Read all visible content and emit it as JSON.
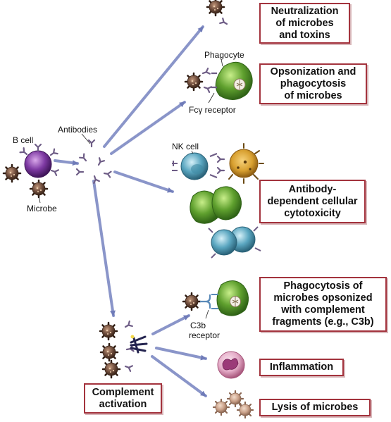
{
  "labels": {
    "b_cell": "B cell",
    "microbe": "Microbe",
    "antibodies": "Antibodies",
    "phagocyte": "Phagocyte",
    "fc_receptor": "Fcγ receptor",
    "nk_cell": "NK cell",
    "c3b_receptor_line1": "C3b",
    "c3b_receptor_line2": "receptor"
  },
  "outcomes": {
    "neutralization": [
      "Neutralization",
      "of microbes",
      "and toxins"
    ],
    "opsonization": [
      "Opsonization and",
      "phagocytosis",
      "of microbes"
    ],
    "adcc": [
      "Antibody-",
      "dependent cellular",
      "cytotoxicity"
    ],
    "complement_phagocytosis": [
      "Phagocytosis of",
      "microbes opsonized",
      "with complement",
      "fragments (e.g., C3b)"
    ],
    "inflammation": [
      "Inflammation"
    ],
    "lysis": [
      "Lysis of microbes"
    ],
    "complement_activation": [
      "Complement",
      "activation"
    ]
  },
  "colors": {
    "arrow": "#8a95c9",
    "box_border": "#a3333d",
    "b_cell": "#6a2a8e",
    "phagocyte": "#6aa832",
    "nk_cell": "#5aa6c0",
    "microbe": "#6b4a3a",
    "antibody": "#7a6b8e",
    "neutrophil": "#d9a5c0",
    "target_cell": "#d8a030"
  }
}
